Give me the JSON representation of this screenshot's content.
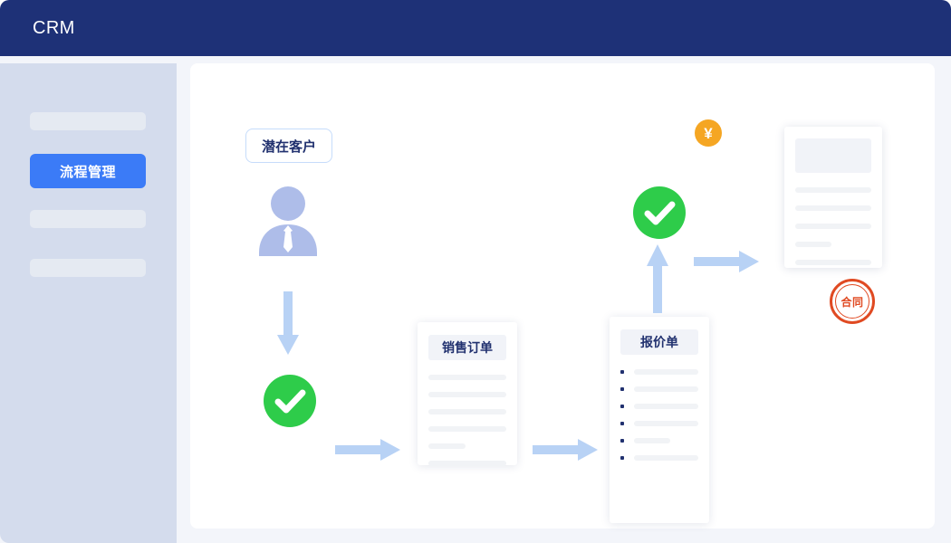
{
  "header": {
    "title": "CRM",
    "background": "#1e3177"
  },
  "sidebar": {
    "background": "#d4dced",
    "placeholders": [
      {
        "name": "nav-placeholder-1"
      },
      {
        "name": "nav-placeholder-2"
      },
      {
        "name": "nav-placeholder-3"
      }
    ],
    "active_item": {
      "label": "流程管理",
      "color": "#3b7bf7"
    }
  },
  "canvas": {
    "background": "#ffffff",
    "nodes": {
      "lead_pill": {
        "label": "潜在客户",
        "border_color": "#c6dcfb",
        "text_color": "#21316f"
      },
      "person_icon": {
        "icon": "person-with-tie-icon",
        "color": "#aebde9"
      },
      "check_1": {
        "icon": "check-circle-icon",
        "color": "#2ecc4a"
      },
      "check_2": {
        "icon": "check-circle-icon",
        "color": "#2ecc4a"
      },
      "sales_order": {
        "title": "销售订单",
        "line_count": 6,
        "short_line_index": 5
      },
      "quotation": {
        "title": "报价单",
        "bullet_count": 6,
        "short_line_index": 5,
        "bullet_color": "#21316f"
      },
      "yen_badge": {
        "symbol": "¥",
        "color": "#f5a623"
      },
      "contract": {
        "stamp_label": "合同",
        "stamp_color": "#e04a22",
        "line_count": 5
      }
    },
    "arrows": {
      "color": "#b8d2f5",
      "items": [
        {
          "name": "arrow-down-lead-to-check",
          "direction": "down"
        },
        {
          "name": "arrow-right-check-to-sales-order",
          "direction": "right"
        },
        {
          "name": "arrow-right-sales-order-to-quotation",
          "direction": "right"
        },
        {
          "name": "arrow-up-quotation-to-check",
          "direction": "up"
        },
        {
          "name": "arrow-right-check-to-contract",
          "direction": "right"
        }
      ]
    }
  }
}
